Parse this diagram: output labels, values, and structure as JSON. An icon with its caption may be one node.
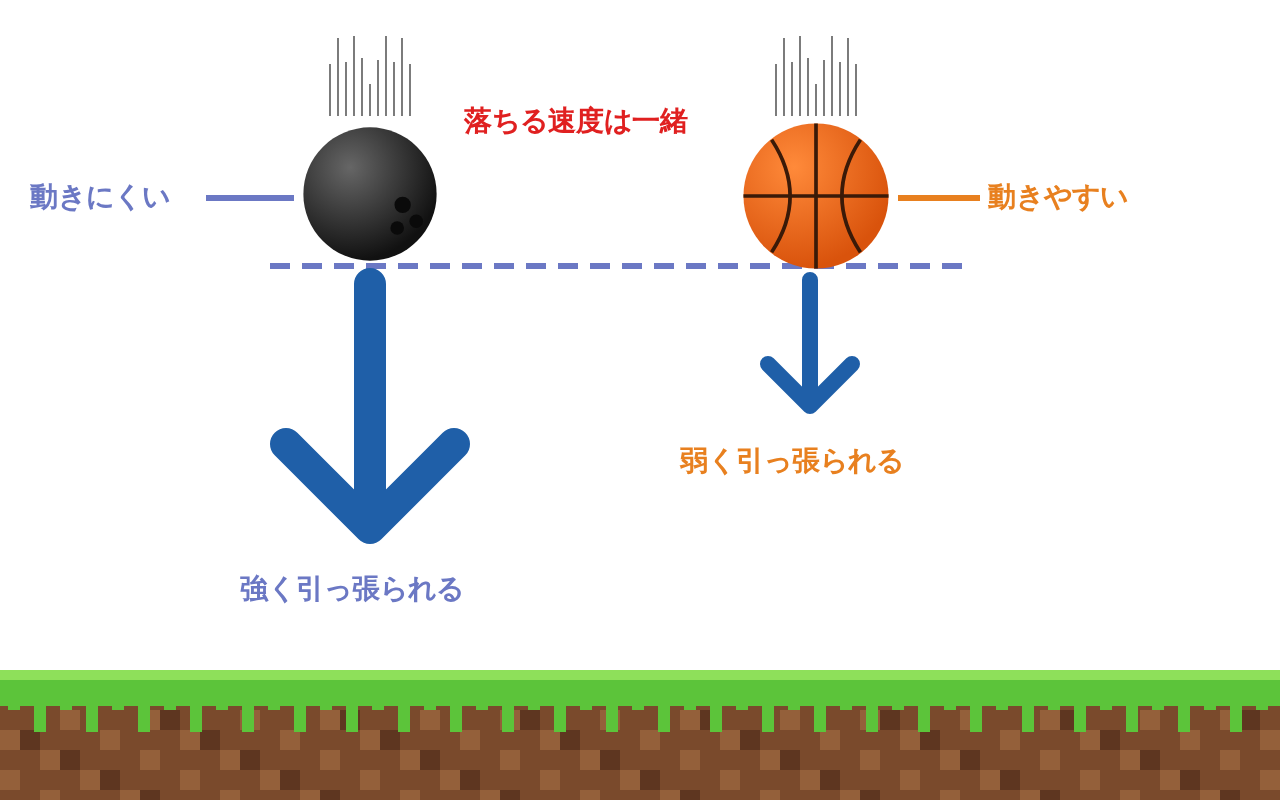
{
  "diagram": {
    "nodes": [
      {
        "text": [
          "動きにくい"
        ]
      },
      {
        "text": [],
        "shape": "picture"
      },
      {
        "text": [],
        "shape": "picture"
      },
      {
        "text": [
          "動きやすい"
        ]
      }
    ],
    "edges": [
      {
        "from": 0,
        "to": 1,
        "arrow": "none",
        "color": "#6b78c4"
      },
      {
        "from": 3,
        "to": 2,
        "arrow": "none",
        "color": "#e8801f"
      }
    ],
    "labels": [
      "落ちる速度は一緒",
      "強く引っ張られる",
      "弱く引っ張られる"
    ]
  }
}
